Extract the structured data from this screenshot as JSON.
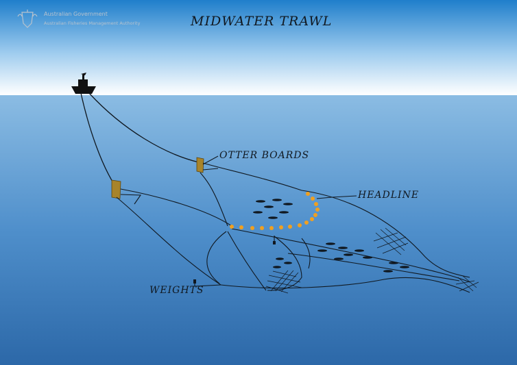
{
  "diagram": {
    "title": "MIDWATER TRAWL",
    "labels": {
      "otter_boards": "OTTER BOARDS",
      "headline": "HEADLINE",
      "weights": "WEIGHTS"
    }
  },
  "logo": {
    "line1": "Australian Government",
    "line2": "Australian Fisheries Management Authority"
  },
  "colors": {
    "sky_top": "#1f7ecb",
    "sky_bottom": "#ffffff",
    "sea_top": "#7fb3dd",
    "sea_bottom": "#2f6fae",
    "otter_board": "#a8842a",
    "headline_floats": "#f0a020",
    "line": "#101820"
  }
}
